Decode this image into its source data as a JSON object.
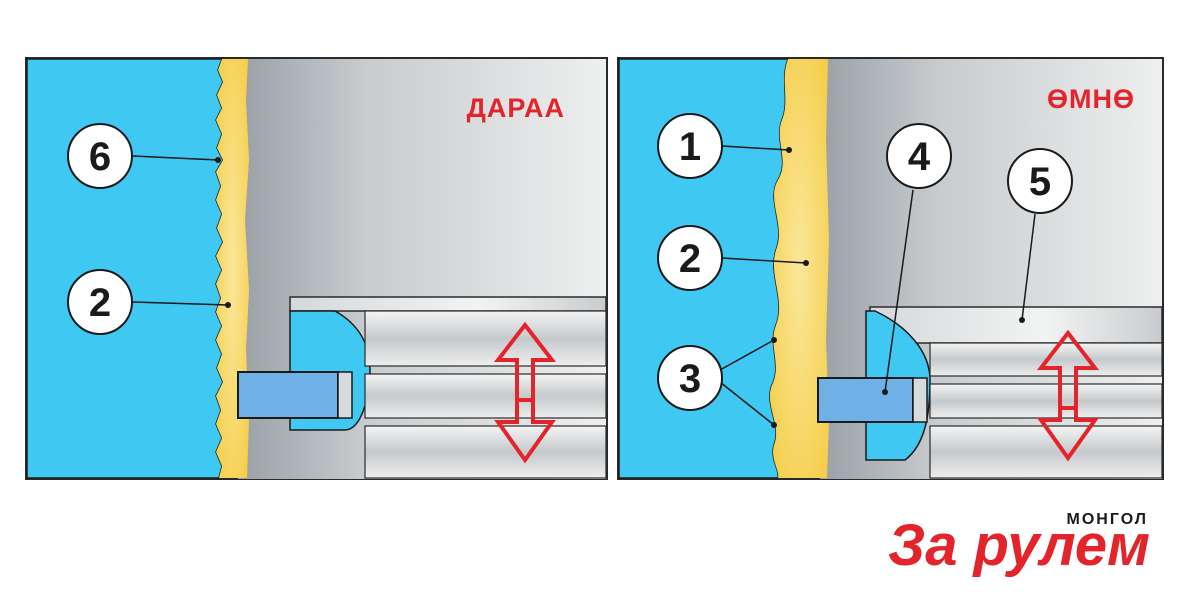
{
  "panels": {
    "after": {
      "title": "ДАРАА"
    },
    "before": {
      "title": "ӨМНӨ"
    }
  },
  "callouts": {
    "after": [
      "6",
      "2"
    ],
    "before": [
      "1",
      "2",
      "3",
      "4",
      "5"
    ]
  },
  "logo": {
    "subtitle": "МОНГОЛ",
    "name": "За рулем"
  },
  "colors": {
    "cylinder_wall": "#3ec8f2",
    "coating": "#f7d253",
    "piston_shade": "#9ea4a9",
    "background_panel": "#eceded",
    "arrow": "#e3242b",
    "ring": "#6fb0e6"
  }
}
